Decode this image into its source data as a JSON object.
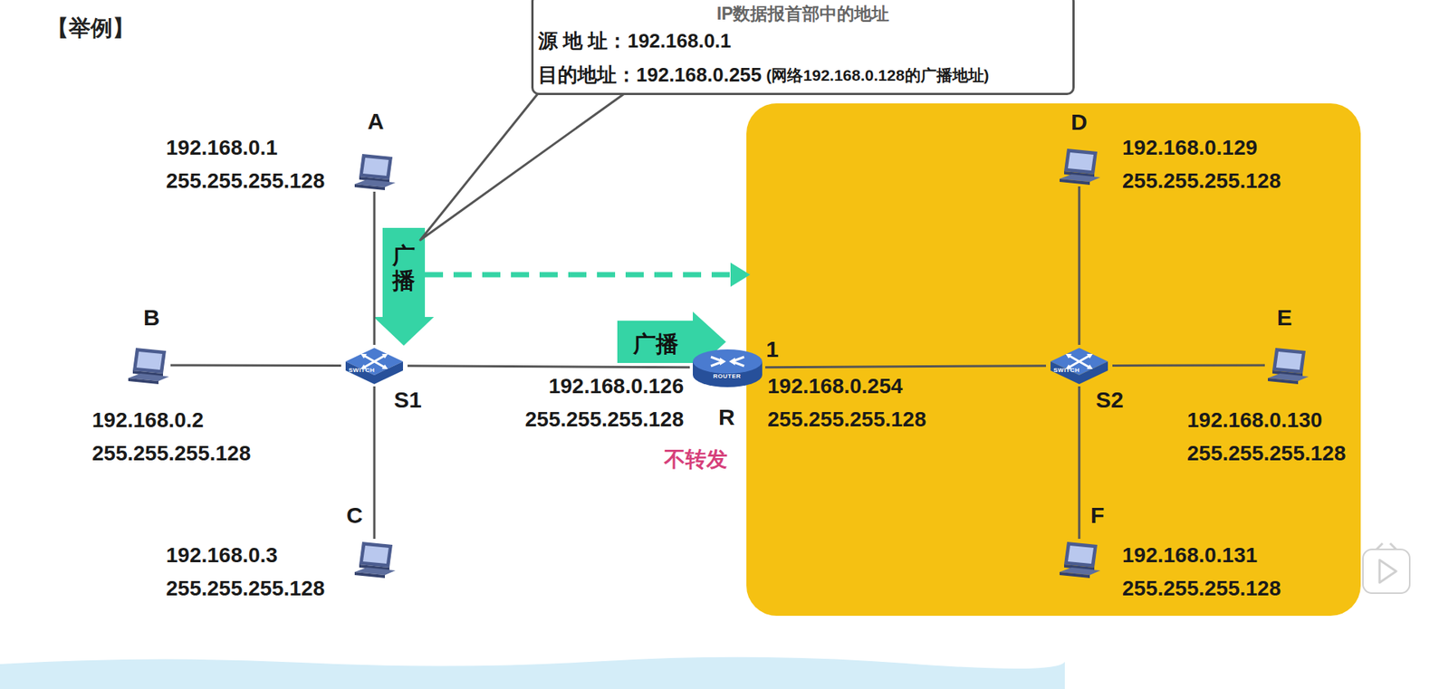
{
  "diagram": {
    "title": "【举例】",
    "nodes": [
      {
        "text": [
          "IP数据报首部中的地址",
          "源 地 址：192.168.0.1",
          "目的地址：192.168.0.255",
          "(网络192.168.0.128的广播地址)"
        ]
      },
      {
        "text": [
          "A",
          "192.168.0.1 255.255.255.128"
        ]
      },
      {
        "text": [
          "B",
          "192.168.0.2 255.255.255.128"
        ]
      },
      {
        "text": [
          "C",
          "192.168.0.3 255.255.255.128"
        ]
      },
      {
        "text": [
          "SWITCH",
          "S1"
        ]
      },
      {
        "text": [
          "ROUTER",
          "R",
          "1",
          "192.168.0.126 255.255.255.128",
          "192.168.0.254 255.255.255.128"
        ]
      },
      {
        "text": [
          "D",
          "192.168.0.129 255.255.255.128"
        ]
      },
      {
        "text": [
          "E",
          "192.168.0.130 255.255.255.128"
        ]
      },
      {
        "text": [
          "F",
          "192.168.0.131 255.255.255.128"
        ]
      },
      {
        "text": [
          "SWITCH",
          "S2"
        ]
      }
    ],
    "edges": [
      {
        "from": 1,
        "to": 4,
        "arrow": "none"
      },
      {
        "from": 2,
        "to": 4,
        "arrow": "none"
      },
      {
        "from": 3,
        "to": 4,
        "arrow": "none"
      },
      {
        "from": 4,
        "to": 5,
        "arrow": "none"
      },
      {
        "from": 5,
        "to": 9,
        "arrow": "none"
      },
      {
        "from": 6,
        "to": 9,
        "arrow": "none"
      },
      {
        "from": 7,
        "to": 9,
        "arrow": "none"
      },
      {
        "from": 8,
        "to": 9,
        "arrow": "none"
      }
    ],
    "labels": [
      "广播",
      "广播",
      "不转发"
    ]
  }
}
